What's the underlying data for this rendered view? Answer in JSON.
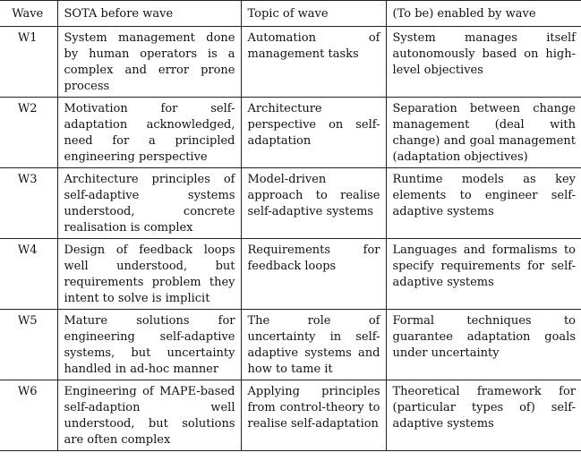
{
  "table": {
    "headers": {
      "wave": "Wave",
      "sota": "SOTA before wave",
      "topic": "Topic of wave",
      "enabled": "(To be) enabled by wave"
    },
    "rows": [
      {
        "wave": "W1",
        "sota": "System management done by human operators is a complex and error prone process",
        "topic": "Automation of management tasks",
        "enabled": "System manages itself autonomously based on high-level objectives"
      },
      {
        "wave": "W2",
        "sota": "Motivation for self-adaptation acknowledged, need for a principled engineering perspective",
        "topic": "Architecture perspective on self-adaptation",
        "enabled": "Separation between change management (deal with change) and goal management (adaptation objectives)"
      },
      {
        "wave": "W3",
        "sota": "Architecture principles of self-adaptive systems understood, concrete realisation is complex",
        "topic": "Model-driven approach to realise self-adaptive systems",
        "enabled": "Runtime models as key elements to engineer self-adaptive systems"
      },
      {
        "wave": "W4",
        "sota": "Design of feedback loops well understood, but requirements problem they intent to solve is implicit",
        "topic": "Requirements for feedback loops",
        "enabled": "Languages and formalisms to specify requirements for self-adaptive systems"
      },
      {
        "wave": "W5",
        "sota": "Mature solutions for engineering self-adaptive systems, but uncertainty handled in ad-hoc manner",
        "topic": "The role of uncertainty in self-adaptive systems and how to tame it",
        "enabled": "Formal techniques to guarantee adaptation goals under uncertainty"
      },
      {
        "wave": "W6",
        "sota": "Engineering of MAPE-based self-adaption well understood, but solutions are often complex",
        "topic": "Applying principles from control-theory to realise self-adaptation",
        "enabled": "Theoretical framework for (particular types of) self-adaptive systems"
      }
    ]
  }
}
